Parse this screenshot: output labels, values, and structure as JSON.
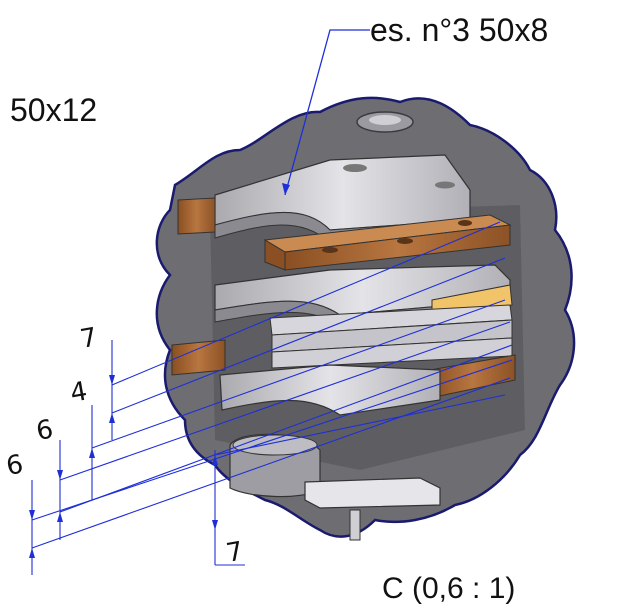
{
  "labels": {
    "top_right": "es. n°3 50x8",
    "top_left": "50x12",
    "bottom_right": "C  (0,6 : 1)"
  },
  "dimensions": [
    "7",
    "6",
    "4",
    "6",
    "7"
  ],
  "colors": {
    "outline": "#1a1a6e",
    "leader": "#1f2fd6",
    "copper": "#a8652f",
    "copper_light": "#c98b52",
    "steel": "#c8c8cc",
    "steel_dark": "#7a7a80",
    "gold": "#f2c46a"
  }
}
